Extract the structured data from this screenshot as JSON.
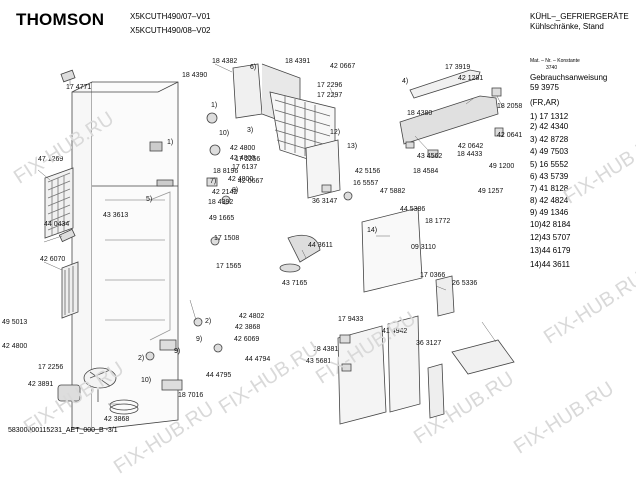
{
  "header": {
    "brand": "THOMSON",
    "model_1": "X5KCUTH490/07–V01",
    "model_2": "X5KCUTH490/08–V02",
    "category_1": "KÜHL–_GEFRIERGERÄTE",
    "category_2": "Kühlschränke, Stand"
  },
  "sidebar": {
    "mat_label": "Mat. – Nr. – Konstante",
    "mat_value": "3740",
    "manual_label": "Gebrauchsanweisung",
    "manual_number": "59 3975",
    "manual_lang": "(FR,AR)",
    "refs": [
      "1) 17 1312",
      "2) 42 4340",
      "3) 42 8728",
      "4) 49 7503",
      "5) 16 5552",
      "6) 43 5739",
      "7) 41 8128",
      "8) 42 4824",
      "9) 49 1346",
      "10)42 8184",
      "12)43 5707",
      "13)44 6179",
      "14)44 3611"
    ]
  },
  "parts": [
    "17 4771",
    "18 4382",
    "18 4390",
    "18 4391",
    "42 0667",
    "17 2296",
    "17 2297",
    "17 3919",
    "42 1281",
    "18 4380",
    "18 2058",
    "42 0641",
    "42 0642",
    "43 4562",
    "18 4433",
    "49 1200",
    "18 4584",
    "49 1257",
    "47 1269",
    "42 4800",
    "42 4800",
    "17 2256",
    "18 8196",
    "17 6137",
    "42 4800",
    "42 2142",
    "42 0667",
    "18 4392",
    "49 1665",
    "17 1508",
    "17 1565",
    "36 3147",
    "42 5156",
    "16 5557",
    "47 5882",
    "44 5386",
    "44 0434",
    "43 3613",
    "42 6070",
    "44 3611",
    "43 7165",
    "18 1772",
    "09 3110",
    "17 0366",
    "26 5336",
    "49 5013",
    "42 4800",
    "17 2256",
    "42 3891",
    "42 3868",
    "42 4802",
    "42 3868",
    "42 6069",
    "44 4794",
    "44 4795",
    "18 7016",
    "17 9433",
    "41 4942",
    "36 3127",
    "18 4381",
    "43 5681"
  ],
  "callouts": [
    "1)",
    "1)",
    "2)",
    "2)",
    "3)",
    "4)",
    "5)",
    "6)",
    "7)",
    "8)",
    "9)",
    "9)",
    "10)",
    "10)",
    "12)",
    "13)",
    "14)"
  ],
  "footer": {
    "doc_id": "58300000115231_AET_000_B",
    "page": "-3/1"
  },
  "watermark": "FIX-HUB.RU"
}
